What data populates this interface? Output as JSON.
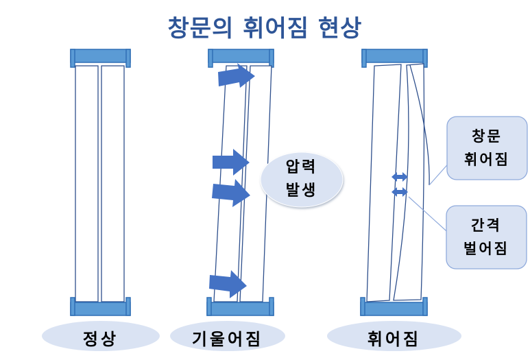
{
  "title": "창문의 휘어짐 현상",
  "colors": {
    "title": "#2e5597",
    "frame_fill": "#5b9bd5",
    "frame_stroke": "#2f6eb5",
    "panel_stroke": "#2e4f8c",
    "arrow": "#4472c4",
    "bubble": "#dae3f3",
    "bubble_stroke": "#8faadc"
  },
  "windows": [
    {
      "label": "정상"
    },
    {
      "label": "기울어짐"
    },
    {
      "label": "휘어짐"
    }
  ],
  "callouts": {
    "pressure": {
      "line1": "압력",
      "line2": "발생"
    },
    "bend": {
      "line1": "창문",
      "line2": "휘어짐"
    },
    "gap": {
      "line1": "간격",
      "line2": "벌어짐"
    }
  }
}
